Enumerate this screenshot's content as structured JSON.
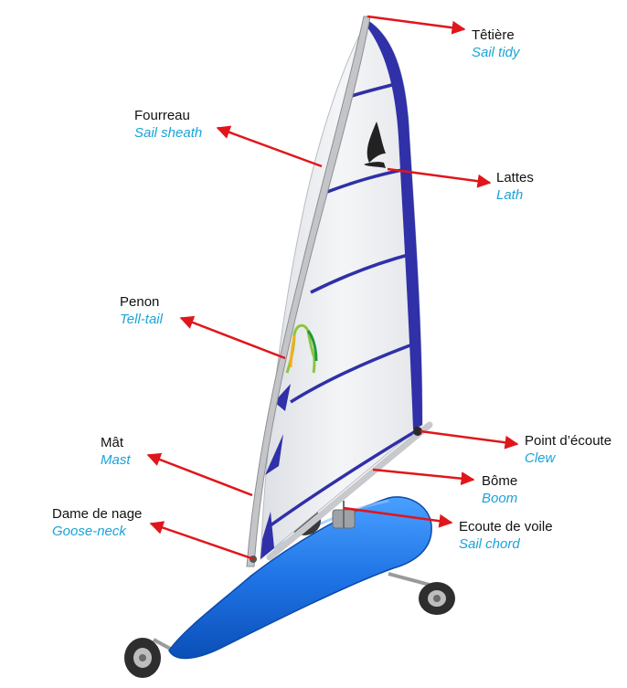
{
  "colors": {
    "arrow": "#e0161b",
    "english": "#1aa3d8",
    "hull": "#1f74e6",
    "sail_trim": "#3030a8",
    "mast": "#bfc0c2"
  },
  "labels": {
    "tetiere": {
      "fr": "Têtière",
      "en": "Sail tidy"
    },
    "fourreau": {
      "fr": "Fourreau",
      "en": "Sail sheath"
    },
    "lattes": {
      "fr": "Lattes",
      "en": "Lath"
    },
    "penon": {
      "fr": "Penon",
      "en": "Tell-tail"
    },
    "mat": {
      "fr": "Mât",
      "en": "Mast"
    },
    "point_ecoute": {
      "fr": "Point d’écoute",
      "en": "Clew"
    },
    "bome": {
      "fr": "Bôme",
      "en": "Boom"
    },
    "dame_de_nage": {
      "fr": "Dame de nage",
      "en": "Goose-neck"
    },
    "ecoute_de_voile": {
      "fr": "Ecoute de voile",
      "en": "Sail chord"
    }
  }
}
